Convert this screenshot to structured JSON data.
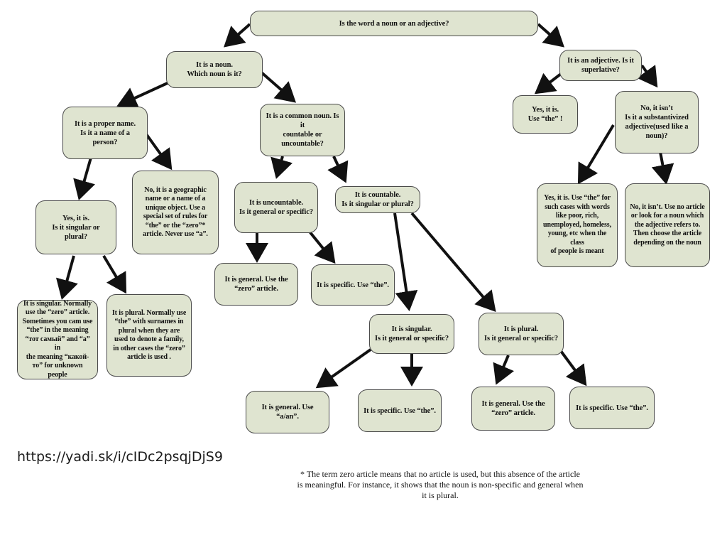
{
  "nodes": {
    "root": "Is the word a noun or an adjective?",
    "noun": "It is a noun.\nWhich noun is it?",
    "adjective": "It is an adjective. Is it\nsuperlative?",
    "proper": "It is a proper name.\nIs it a name of a person?",
    "common": "It is a common noun. Is it\ncountable or\nuncountable?",
    "yes_the": "Yes, it is.\nUse “the” !",
    "not_superlative": "No, it isn’t\nIs it a substantivized\nadjective(used like a\nnoun)?",
    "yes_person": "Yes, it is.\nIs it singular or plural?",
    "geographic": "No, it is a geographic\nname or a name of a\nunique object. Use a\nspecial set of rules for\n“the” or the “zero”*\narticle. Never use “a”.",
    "uncountable": "It is uncountable.\nIs it general or specific?",
    "countable": "It is countable.\nIs it singular or plural?",
    "substantivized_yes": "Yes, it is. Use “the” for\nsuch cases with words\nlike poor, rich,\nunemployed, homeless,\nyoung, etc when the class\nof people is meant",
    "substantivized_no": "No, it isn’t. Use no article\nor look for a noun which\nthe adjective refers to.\nThen choose the article\ndepending on the noun",
    "name_singular": "It is singular. Normally\nuse the “zero” article.\nSometimes you cam use\n“the” in the meaning\n“тот самый” and “a” in\nthe meaning “какой-\nто” for unknown people",
    "name_plural": "It is plural. Normally use\n“the” with surnames in\nplural when they are\nused to denote a family,\nin other cases the “zero”\narticle is used .",
    "unc_general": "It is general. Use the\n“zero” article.",
    "unc_specific": "It is specific. Use “the”.",
    "singular": "It is singular.\nIs it general or specific?",
    "plural": "It is plural.\nIs it general or specific?",
    "sing_general": "It is general. Use “a/an”.",
    "sing_specific": "It is specific. Use “the”.",
    "plur_general": "It is general. Use the\n“zero” article.",
    "plur_specific": "It is specific. Use “the”."
  },
  "link": "https://yadi.sk/i/cIDc2psqjDjS9",
  "footnote": {
    "line1": "* The term zero article means that no article is used, but this absence of the article",
    "line2": "is meaningful. For instance, it shows that the noun is non-specific and general when",
    "line3": "it is plural."
  },
  "colors": {
    "node_fill": "#dfe4d0",
    "node_border": "#4a4a4a",
    "arrow": "#111111"
  }
}
